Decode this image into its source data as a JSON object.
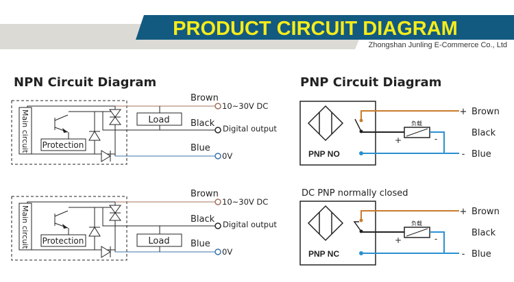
{
  "header": {
    "title": "PRODUCT CIRCUIT DIAGRAM",
    "company": "Zhongshan Junling E-Commerce Co., Ltd",
    "banner_color": "#135a80",
    "title_color": "#f5ec1a"
  },
  "npn": {
    "title": "NPN Circuit Diagram",
    "diagrams": [
      {
        "main_circuit": "Main circuit",
        "protection": "Protection",
        "load": "Load",
        "brown": "Brown",
        "supply": "10~30V DC",
        "black": "Black",
        "output": "Digital output",
        "blue": "Blue",
        "ground": "0V"
      },
      {
        "main_circuit": "Main circuit",
        "protection": "Protection",
        "load": "Load",
        "brown": "Brown",
        "supply": "10~30V DC",
        "black": "Black",
        "output": "Digital output",
        "blue": "Blue",
        "ground": "0V"
      }
    ]
  },
  "pnp": {
    "title": "PNP Circuit Diagram",
    "nc_subtitle": "DC PNP normally closed",
    "diagrams": [
      {
        "label": "PNP NO",
        "load": "负载",
        "plus": "+",
        "minus": "-",
        "brown": "Brown",
        "black": "Black",
        "blue": "Blue"
      },
      {
        "label": "PNP NC",
        "load": "负载",
        "plus": "+",
        "minus": "-",
        "brown": "Brown",
        "black": "Black",
        "blue": "Blue"
      }
    ]
  },
  "colors": {
    "brown_wire": "#c87a2a",
    "blue_wire": "#2a8fd0",
    "npn_brown": "#a0705a",
    "npn_blue": "#3b73a8"
  }
}
